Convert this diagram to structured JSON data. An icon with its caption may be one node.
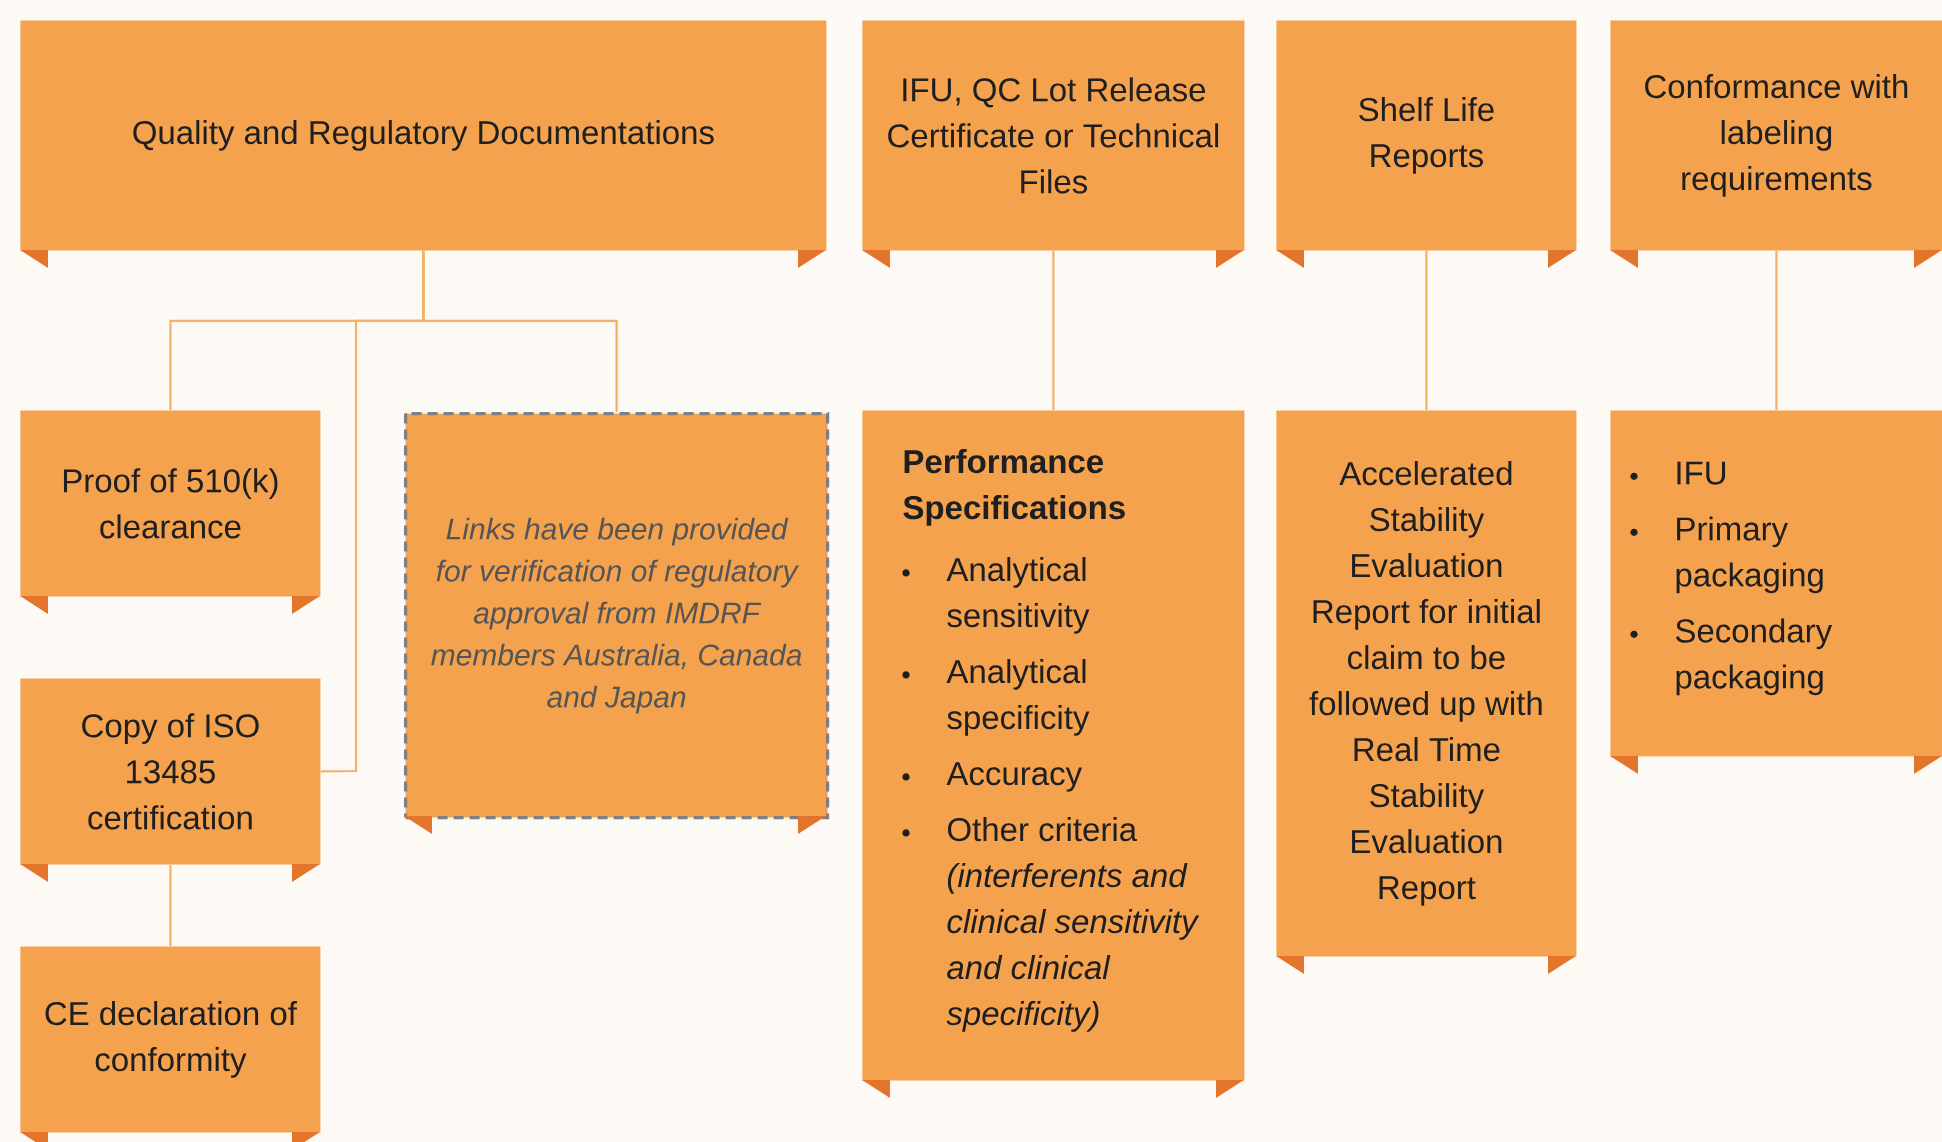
{
  "diagram": {
    "nodes": [
      {
        "text": [
          "Quality and Regulatory Documentations"
        ]
      },
      {
        "text": [
          "IFU, QC Lot Release Certificate or Technical Files"
        ]
      },
      {
        "text": [
          "Shelf Life Reports"
        ]
      },
      {
        "text": [
          "Conformance with labeling requirements"
        ]
      },
      {
        "text": [
          "Proof of 510(k) clearance"
        ]
      },
      {
        "text": [
          "Copy of ISO 13485 certification"
        ]
      },
      {
        "text": [
          "CE declaration of conformity"
        ]
      },
      {
        "text": [
          "Links have been provided for verification of regulatory approval from IMDRF members Australia, Canada and Japan"
        ]
      },
      {
        "text": [
          "Performance Specifications",
          "Analytical sensitivity",
          "Analytical specificity",
          "Accuracy",
          "Other criteria *(interferents and clinical sensitivity and clinical specificity)*"
        ]
      },
      {
        "text": [
          "Accelerated Stability Evaluation Report for initial claim to be followed up with Real Time Stability Evaluation Report"
        ]
      },
      {
        "text": [
          "IFU",
          "Primary packaging",
          "Secondary packaging"
        ]
      }
    ],
    "edges": [
      {
        "from": 0,
        "to": 4,
        "arrow": "none"
      },
      {
        "from": 0,
        "to": 5,
        "arrow": "none"
      },
      {
        "from": 0,
        "to": 7,
        "arrow": "none"
      },
      {
        "from": 5,
        "to": 6,
        "arrow": "none"
      },
      {
        "from": 1,
        "to": 8,
        "arrow": "none"
      },
      {
        "from": 2,
        "to": 9,
        "arrow": "none"
      },
      {
        "from": 3,
        "to": 10,
        "arrow": "none"
      }
    ]
  }
}
